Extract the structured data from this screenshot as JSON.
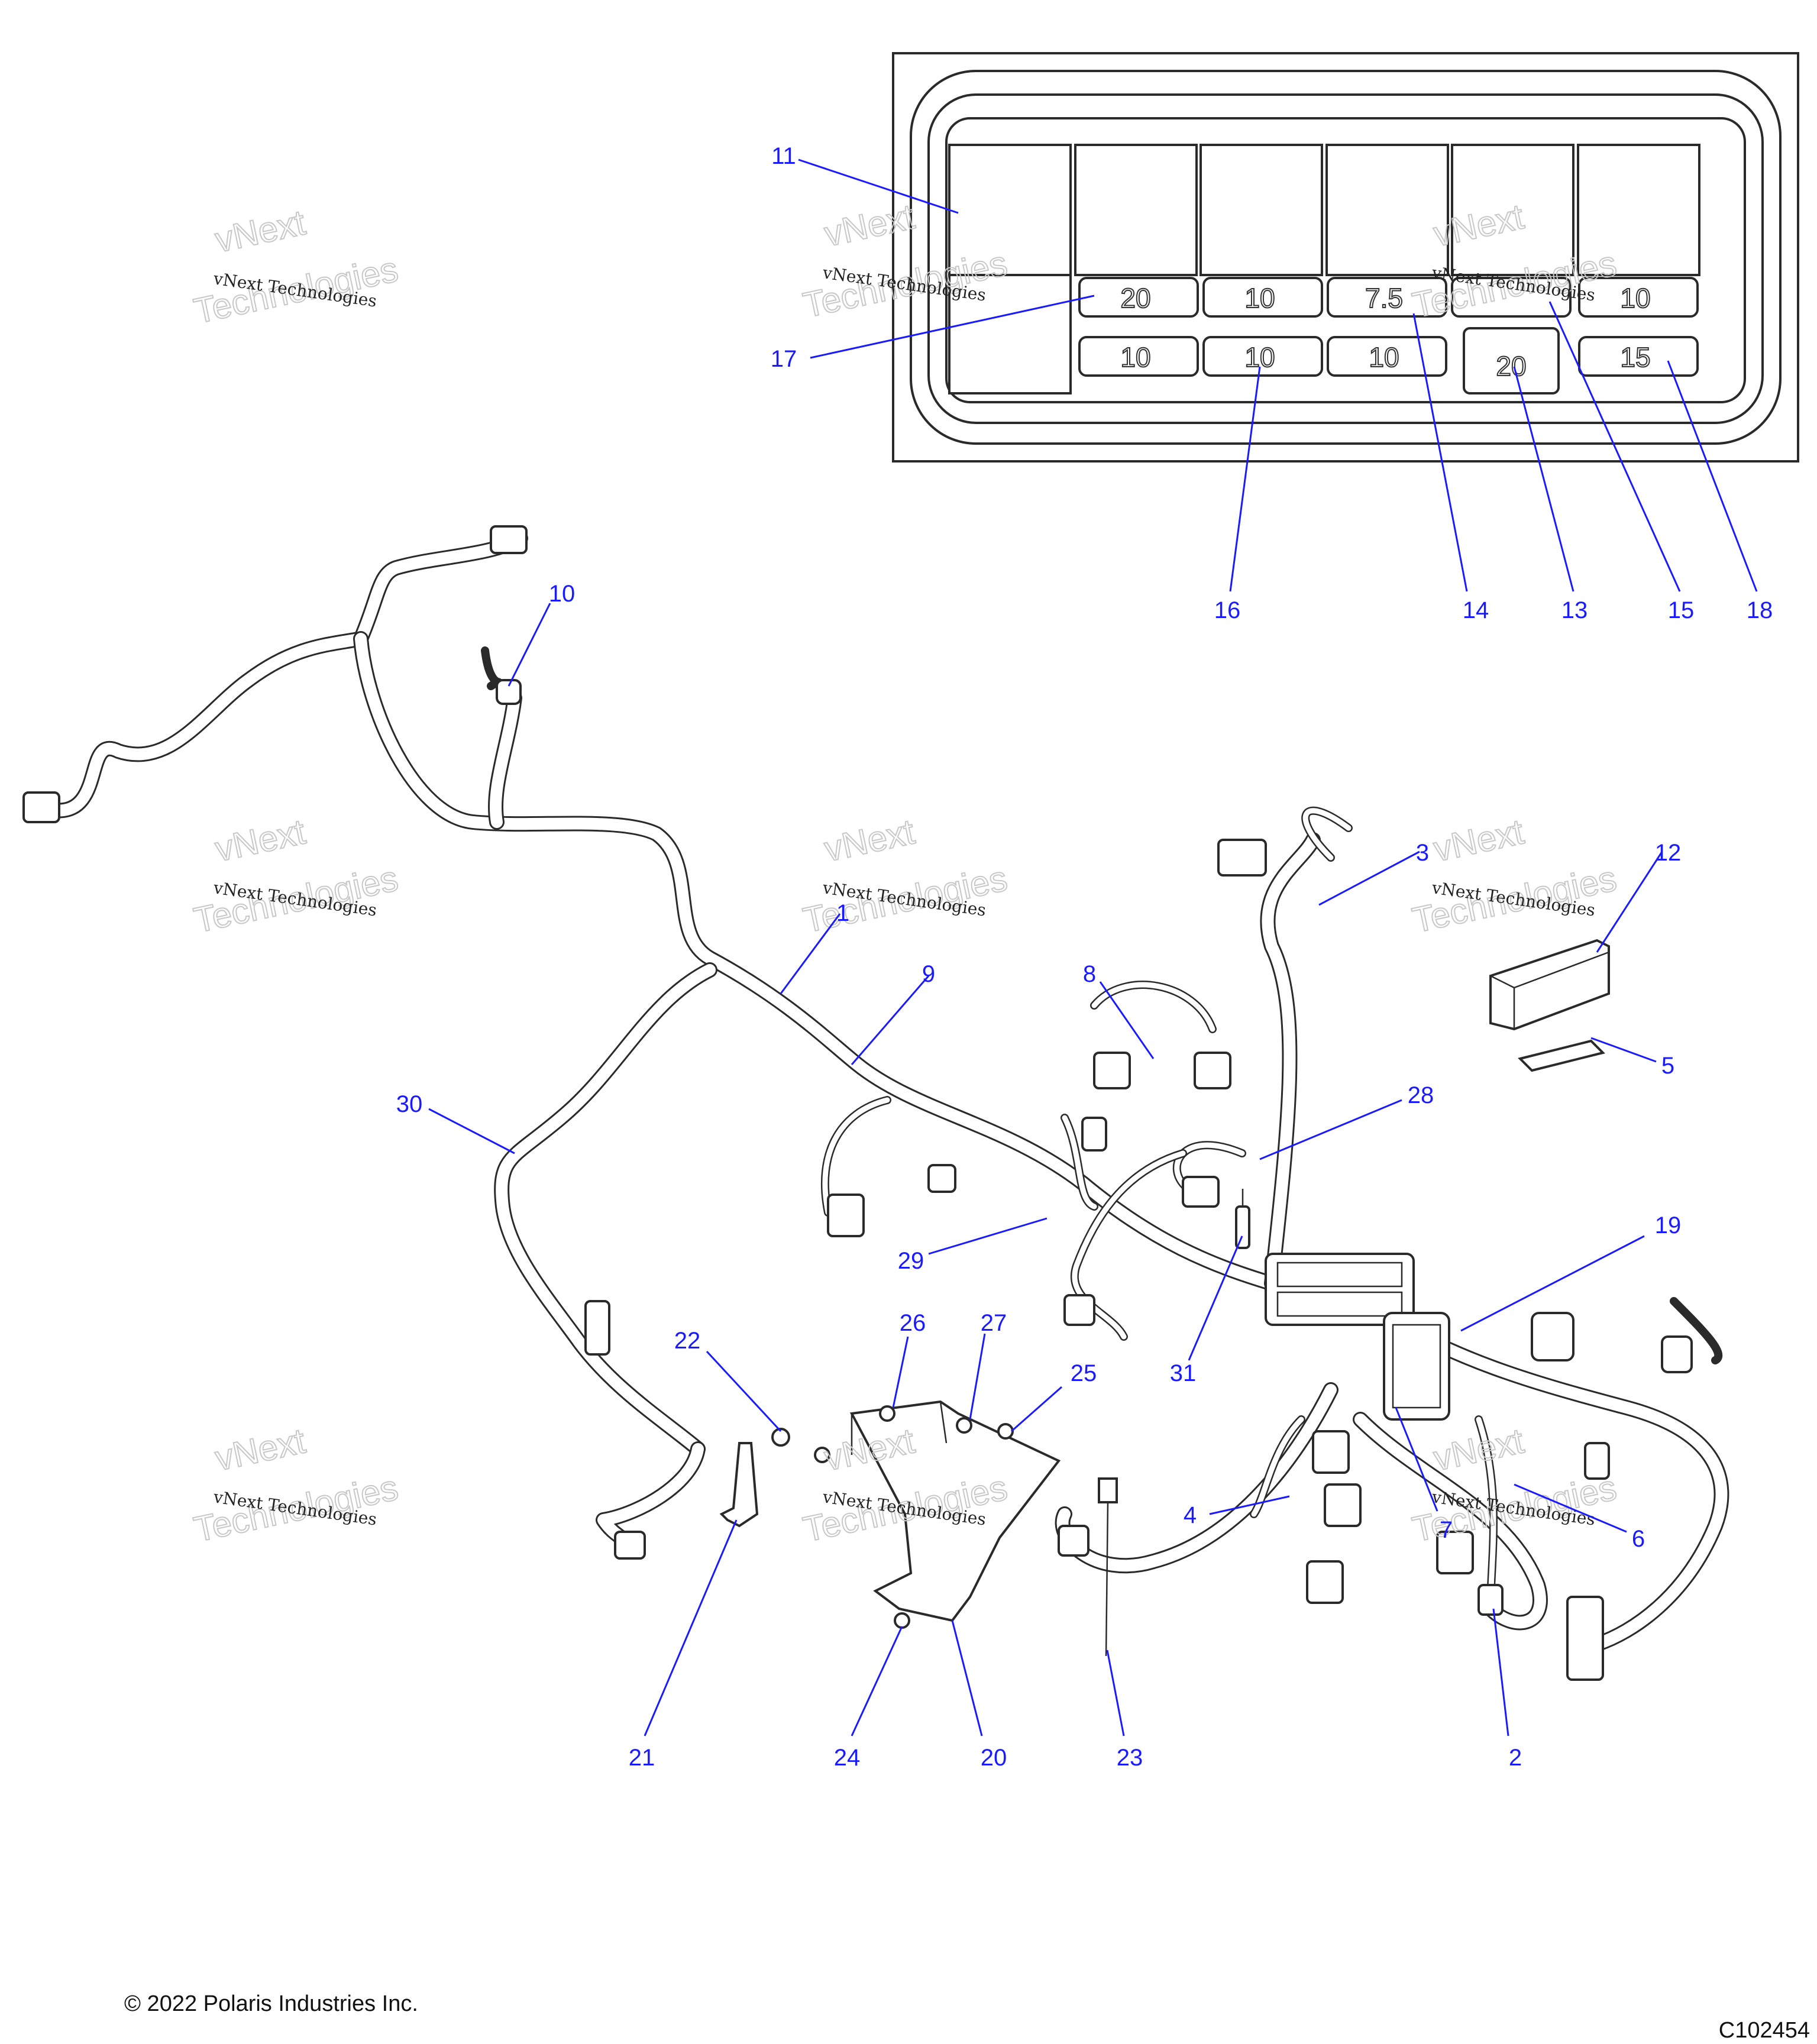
{
  "copyright": "© 2022 Polaris Industries Inc.",
  "figure_id": "C102454",
  "watermark": {
    "line1": "vNext Technologies",
    "line2": "vNext",
    "line3": "Technologies"
  },
  "fuse_ratings": {
    "top_row": [
      "20",
      "10",
      "7.5",
      "",
      "10"
    ],
    "bottom_row": [
      "10",
      "10",
      "10",
      "20",
      "15"
    ]
  },
  "callouts": [
    "1",
    "2",
    "3",
    "4",
    "5",
    "6",
    "7",
    "8",
    "9",
    "10",
    "11",
    "12",
    "13",
    "14",
    "15",
    "16",
    "17",
    "18",
    "19",
    "20",
    "21",
    "22",
    "23",
    "24",
    "25",
    "26",
    "27",
    "28",
    "29",
    "30",
    "31"
  ],
  "colors": {
    "callout": "#1a1aff",
    "line_art": "#2a2a2a"
  }
}
